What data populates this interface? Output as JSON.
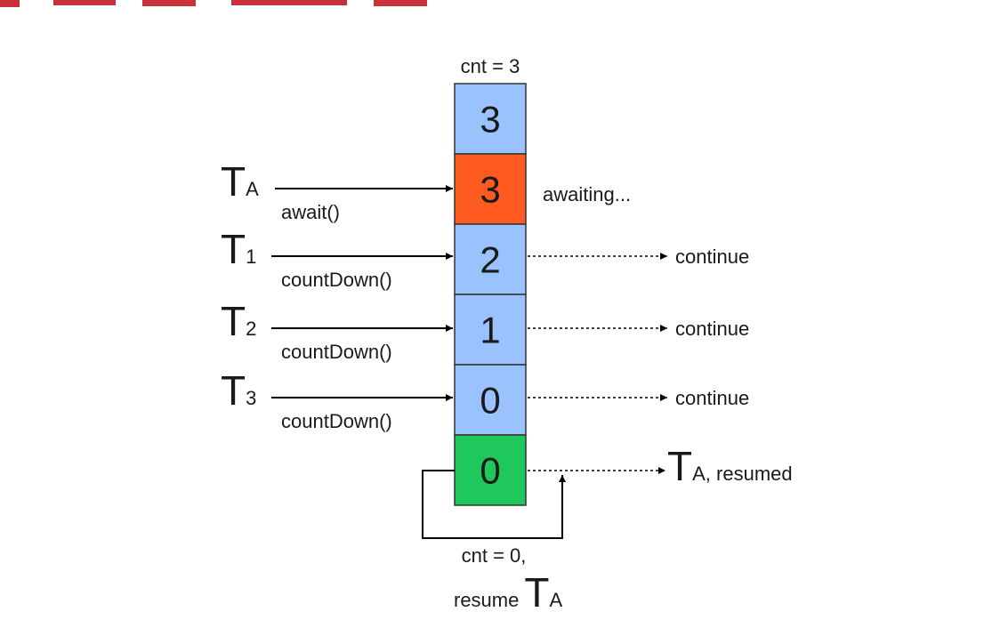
{
  "counter_label": "cnt = 3",
  "colors": {
    "idle": "#99c2ff",
    "awaiting": "#ff5a1f",
    "resumed": "#1ec85a",
    "banner": "#c9303a"
  },
  "cells": [
    {
      "value": "3",
      "state": "idle"
    },
    {
      "value": "3",
      "state": "awaiting"
    },
    {
      "value": "2",
      "state": "idle"
    },
    {
      "value": "1",
      "state": "idle"
    },
    {
      "value": "0",
      "state": "idle"
    },
    {
      "value": "0",
      "state": "resumed"
    }
  ],
  "threads": [
    {
      "name": "T",
      "sub": "A",
      "call": "await()",
      "result": "awaiting..."
    },
    {
      "name": "T",
      "sub": "1",
      "call": "countDown()",
      "result": "continue"
    },
    {
      "name": "T",
      "sub": "2",
      "call": "countDown()",
      "result": "continue"
    },
    {
      "name": "T",
      "sub": "3",
      "call": "countDown()",
      "result": "continue"
    }
  ],
  "resumed": {
    "name": "T",
    "sub": "A",
    "suffix": ", resumed"
  },
  "loop_note": {
    "line1": "cnt = 0,",
    "line2_prefix": "resume",
    "name": "T",
    "sub": "A"
  }
}
